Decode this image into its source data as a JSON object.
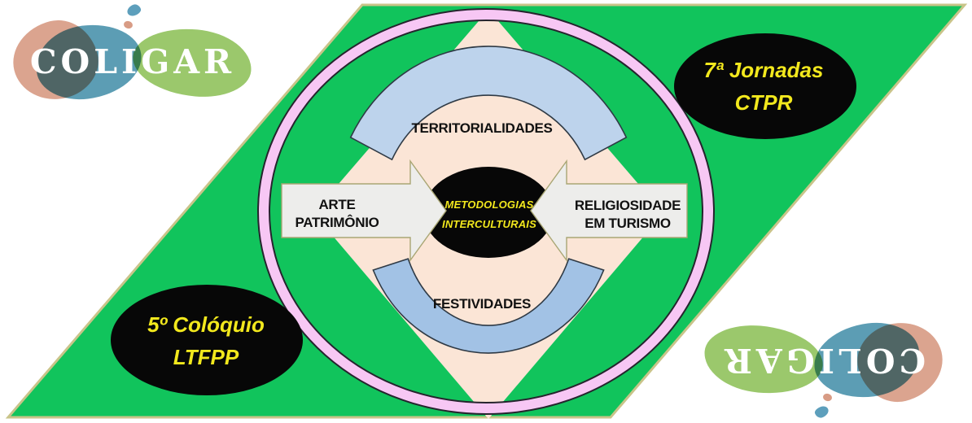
{
  "logo": {
    "text": "COLIGAR"
  },
  "diagram": {
    "top_label": "TERRITORIALIDADES",
    "bottom_label": "FESTIVIDADES",
    "left_arrow": {
      "line1": "ARTE",
      "line2": "PATRIMÔNIO"
    },
    "right_arrow": {
      "line1": "RELIGIOSIDADE",
      "line2": "EM TURISMO"
    },
    "center": {
      "line1": "METODOLOGIAS",
      "line2": "INTERCULTURAIS"
    }
  },
  "badges": {
    "top_right": {
      "line1": "7ª Jornadas",
      "line2": "CTPR"
    },
    "bottom_left": {
      "line1": "5º Colóquio",
      "line2": "LTFPP"
    }
  },
  "colors": {
    "canvas_green": "#11c45c",
    "border_khaki": "#c9c489",
    "ring_pink": "#f7c7f4",
    "ring_outline": "#26242e",
    "diamond_peach": "#fbe5d6",
    "arc_top_blue": "#bdd3ec",
    "arc_bottom_blue": "#a2c2e5",
    "arrow_gray": "#ededeb",
    "arrow_outline": "#a9a674",
    "ellipse_black": "#070707",
    "text_yellow": "#f2e81d",
    "text_black": "#111111",
    "logo_salmon": "#d89c85",
    "logo_blue": "#4e95ae",
    "logo_green": "#93c45f",
    "logo_text_white": "#ffffff"
  }
}
